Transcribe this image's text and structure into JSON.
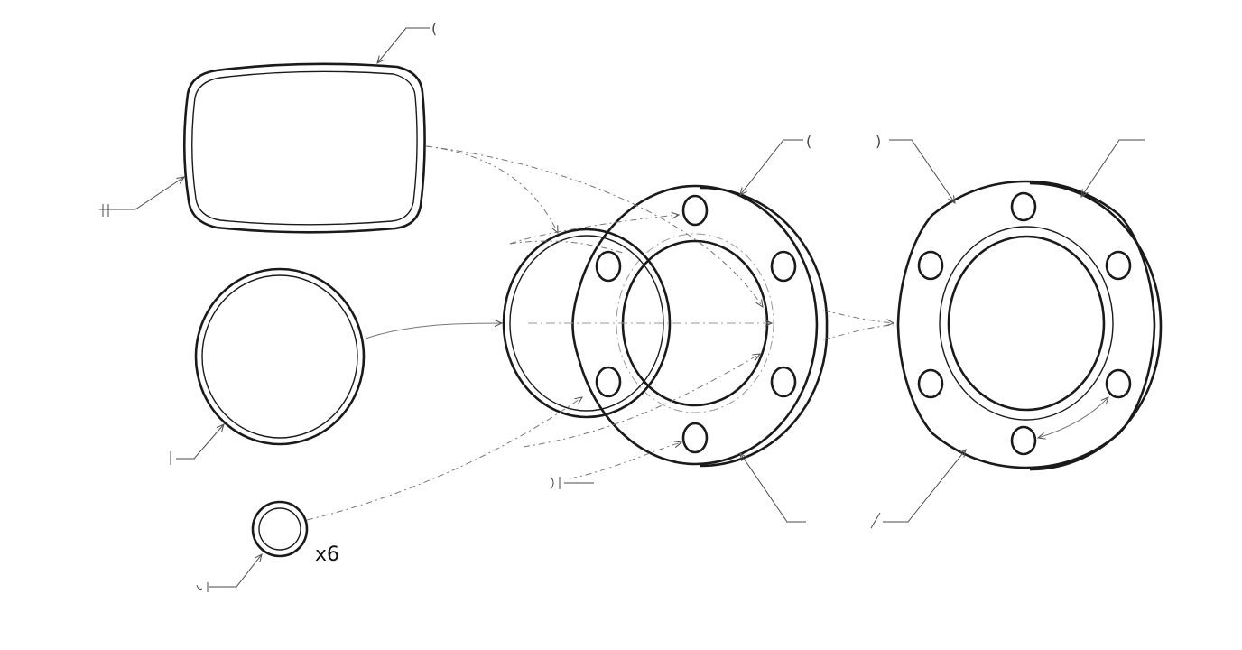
{
  "parts": {
    "rect_gasket": {
      "label": ""
    },
    "round_seal": {
      "label": ""
    },
    "small_seal": {
      "label": "",
      "quantity": "x6"
    },
    "flange_exploded": {
      "label": ""
    },
    "flange_assembled": {
      "label": ""
    }
  },
  "callouts": [
    {
      "id": "c1",
      "text": ""
    },
    {
      "id": "c2",
      "text": ""
    },
    {
      "id": "c3",
      "text": ""
    },
    {
      "id": "c4",
      "text": ""
    },
    {
      "id": "c5",
      "text": ""
    },
    {
      "id": "c6",
      "text": ""
    },
    {
      "id": "c7",
      "text": ""
    },
    {
      "id": "c8",
      "text": ""
    },
    {
      "id": "c9",
      "text": ""
    }
  ],
  "colors": {
    "stroke": "#1a1a1a",
    "leader": "#4a4a4a",
    "flange_fill": "#f0f0f0",
    "hole_fill": "#ffffff"
  }
}
